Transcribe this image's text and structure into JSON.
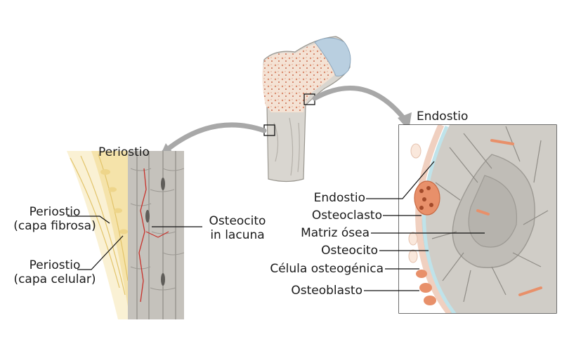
{
  "panels": {
    "periosteum": {
      "title": "Periostio"
    },
    "endosteum": {
      "title": "Endostio"
    }
  },
  "labels": {
    "periostio_fibrosa": {
      "line1": "Periostio",
      "line2": "(capa fibrosa)"
    },
    "periostio_celular": {
      "line1": "Periostio",
      "line2": "(capa celular)"
    },
    "osteocito_lacuna": {
      "line1": "Osteocito",
      "line2": "in lacuna"
    },
    "endostio": "Endostio",
    "osteoclasto": "Osteoclasto",
    "matriz_osea": "Matriz ósea",
    "osteocito": "Osteocito",
    "celula_osteogenica": "Célula osteogénica",
    "osteoblasto": "Osteoblasto"
  },
  "colors": {
    "bone_shaft": "#d9d6d0",
    "spongy_bone": "#f3d9c8",
    "spongy_dots": "#d9886a",
    "articular_cartilage": "#b9cfe0",
    "arrow": "#a8a8a8",
    "periosteum_yellow": "#f5e6b0",
    "compact_bone": "#c5c2bc",
    "vessel_red": "#c8302a",
    "matrix_gray": "#bdbab4",
    "osteoclast": "#e8906a",
    "endosteum_blue": "#bfe3ea"
  }
}
